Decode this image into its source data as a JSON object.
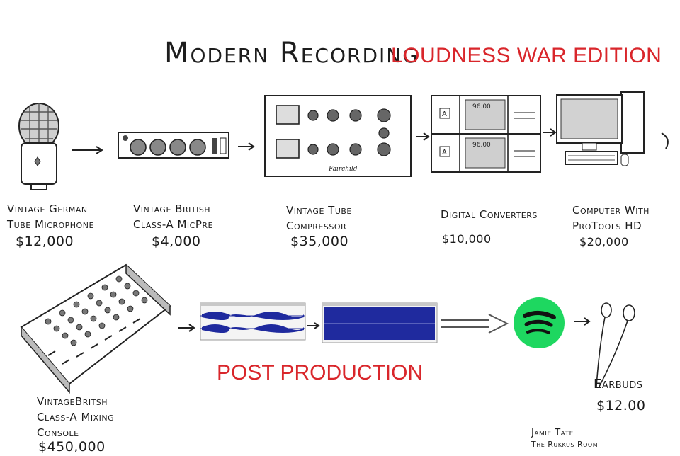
{
  "title": {
    "main": "Modern Recording",
    "edition": "LOUDNESS WAR EDITION"
  },
  "section_label": "POST PRODUCTION",
  "items": [
    {
      "line1": "Vintage German",
      "line2": "Tube Microphone",
      "price": "$12,000"
    },
    {
      "line1": "Vintage British",
      "line2": "Class-A MicPre",
      "price": "$4,000"
    },
    {
      "line1": "Vintage Tube",
      "line2": "Compressor",
      "price": "$35,000"
    },
    {
      "line1": "Digital Converters",
      "line2": "",
      "price": "$10,000"
    },
    {
      "line1": "Computer With",
      "line2": "ProTools HD",
      "price": "$20,000"
    },
    {
      "line1": "VintageBritsh",
      "line2": "Class-A Mixing",
      "line3": "Console",
      "price": "$450,000"
    },
    {
      "line1": "Earbuds",
      "line2": "",
      "price": "$12.00"
    }
  ],
  "converter_readouts": [
    "96.00",
    "96.00"
  ],
  "converter_badges": [
    "A",
    "A"
  ],
  "compressor_brand": "Fairchild",
  "signature": {
    "name": "Jamie Tate",
    "site": "The Rukkus Room"
  },
  "colors": {
    "accent_red": "#d9262b",
    "waveform_blue": "#1f2a9e",
    "spotify_green": "#1ed760",
    "ink": "#1b1b1b"
  },
  "icons": [
    "microphone-icon",
    "preamp-icon",
    "compressor-icon",
    "converter-icon",
    "computer-icon",
    "mixing-console-icon",
    "waveform-icon",
    "spotify-icon",
    "earbuds-icon"
  ]
}
